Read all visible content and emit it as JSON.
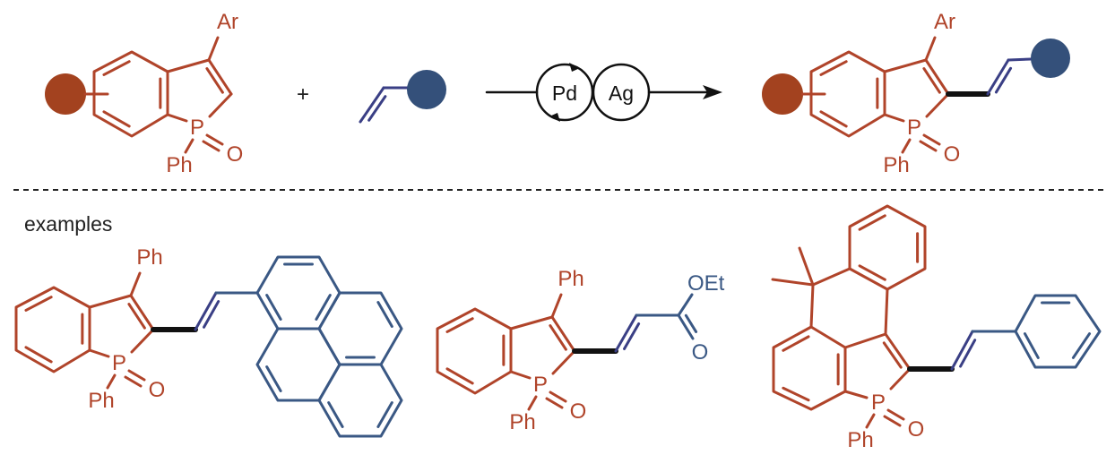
{
  "colors": {
    "substrate": "#B0442A",
    "substrate_blob": "#A3421F",
    "partner": "#3A5884",
    "partner_blob": "#34507A",
    "alkene": "#3A3F85",
    "new_bond": "#111111",
    "text": "#222222"
  },
  "scheme": {
    "reactant": {
      "substituent_label": "Ar",
      "p_label": "P",
      "o_label": "O",
      "ph_label": "Ph"
    },
    "plus": "+",
    "catalysts": [
      "Pd",
      "Ag"
    ],
    "product": {
      "substituent_label": "Ar",
      "p_label": "P",
      "o_label": "O",
      "ph_label": "Ph"
    }
  },
  "examples_heading": "examples",
  "examples": [
    {
      "substituent_label": "Ph",
      "p_label": "P",
      "o_label": "O",
      "ph_label": "Ph"
    },
    {
      "substituent_label": "Ph",
      "p_label": "P",
      "o_label": "O",
      "ph_label": "Ph",
      "ester_alkoxy_label": "OEt",
      "ester_carbonyl_label": "O"
    },
    {
      "p_label": "P",
      "o_label": "O",
      "ph_label": "Ph"
    }
  ]
}
